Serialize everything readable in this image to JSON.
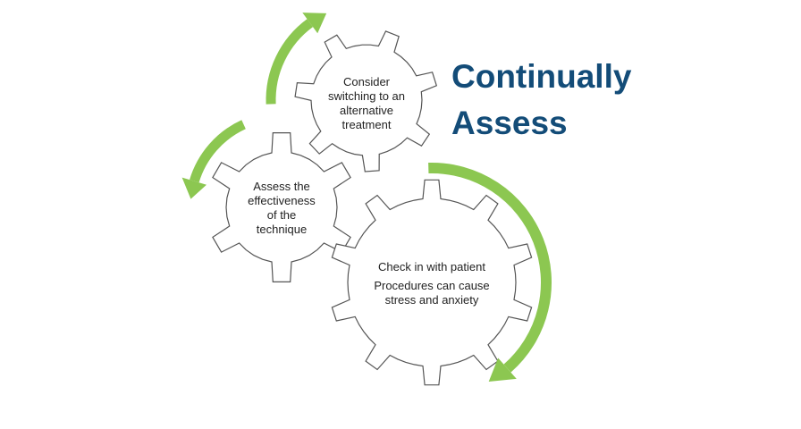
{
  "title": {
    "line1": "Continually",
    "line2": "Assess"
  },
  "gears": {
    "top": {
      "lines": [
        "Consider",
        "switching to an",
        "alternative",
        "treatment"
      ]
    },
    "left": {
      "lines": [
        "Assess the",
        "effectiveness",
        "of the",
        "technique"
      ]
    },
    "big": {
      "heading": "Check in with patient",
      "lines": [
        "Procedures can cause",
        "stress and anxiety"
      ]
    }
  },
  "colors": {
    "arrow": "#8cc751",
    "title": "#134c78",
    "gear_stroke": "#555555"
  }
}
